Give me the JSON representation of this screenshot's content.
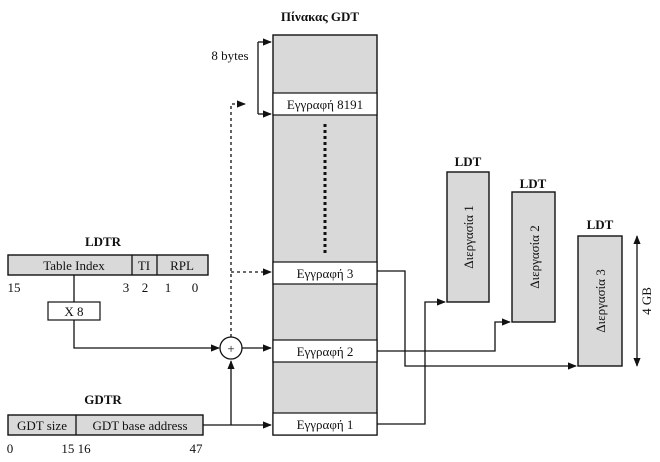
{
  "gdt_table": {
    "title": "Πίνακας GDT",
    "size_note": "8 bytes",
    "entries": {
      "e8191": "Εγγραφή 8191",
      "e3": "Εγγραφή 3",
      "e2": "Εγγραφή 2",
      "e1": "Εγγραφή 1"
    }
  },
  "ldtr": {
    "title": "LDTR",
    "fields": {
      "table_index": "Table Index",
      "ti": "TI",
      "rpl": "RPL"
    },
    "bits": {
      "b15": "15",
      "b3": "3",
      "b2": "2",
      "b1": "1",
      "b0": "0"
    }
  },
  "multiplier": {
    "label": "X 8"
  },
  "adder": {
    "symbol": "+"
  },
  "gdtr": {
    "title": "GDTR",
    "fields": {
      "size": "GDT size",
      "base": "GDT base address"
    },
    "bits": {
      "b0": "0",
      "b15_16": "15 16",
      "b47": "47"
    }
  },
  "ldts": [
    {
      "title": "LDT",
      "process": "Διεργασία 1"
    },
    {
      "title": "LDT",
      "process": "Διεργασία 2"
    },
    {
      "title": "LDT",
      "process": "Διεργασία 3"
    }
  ],
  "memory_span": {
    "label": "4 GB"
  }
}
